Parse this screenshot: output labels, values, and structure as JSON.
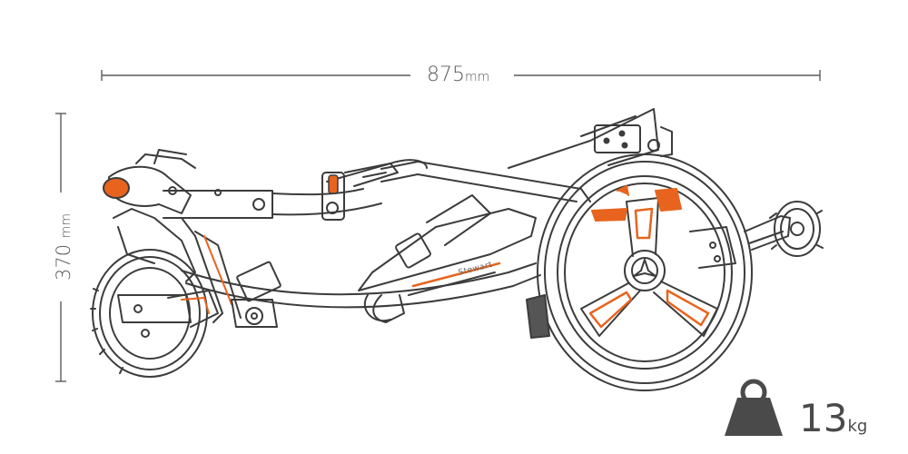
{
  "dimensions": {
    "width": {
      "value": "875",
      "unit": "mm"
    },
    "height": {
      "value": "370",
      "unit": "mm"
    }
  },
  "weight": {
    "value": "13",
    "unit": "kg",
    "icon": "weight-icon"
  },
  "brand": {
    "label": "Stewart"
  },
  "colors": {
    "line": "#3c3c3c",
    "accent": "#e8641e",
    "dimension": "#5a5a5a",
    "weight_icon": "#4a4a4a"
  }
}
